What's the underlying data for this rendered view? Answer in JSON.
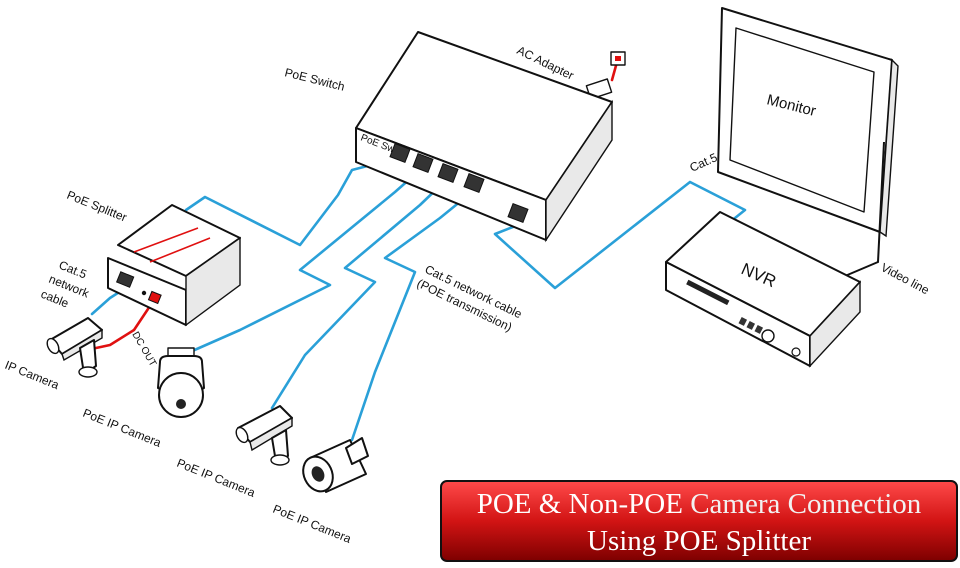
{
  "labels": {
    "poe_switch": "PoE Switch",
    "switch_face": "PoE Switch",
    "ac_adapter": "AC Adapter",
    "monitor": "Monitor",
    "cat5_top": "Cat.5",
    "nvr": "NVR",
    "video_line": "Video line",
    "poe_splitter": "PoE Splitter",
    "cat5_left": "Cat.5",
    "network": "network",
    "cable": "cable",
    "dc_out": "DC OUT",
    "cat5_network_cable": "Cat.5 network cable",
    "poe_transmission": "(POE transmission)",
    "ip_camera": "IP Camera",
    "poe_ip_camera_1": "PoE IP Camera",
    "poe_ip_camera_2": "PoE IP Camera",
    "poe_ip_camera_3": "PoE IP Camera"
  },
  "banner": {
    "line1_part1": "POE",
    "line1_part2": " & Non-POE ",
    "line1_part3": "Camera Connection",
    "line2": "Using POE Splitter",
    "gradient_top": "#ff3b3b",
    "gradient_bottom": "#8a0000",
    "accent_text": "#f2f2f2"
  },
  "colors": {
    "network_cable": "#2aa0d8",
    "power_cable": "#e01010"
  }
}
